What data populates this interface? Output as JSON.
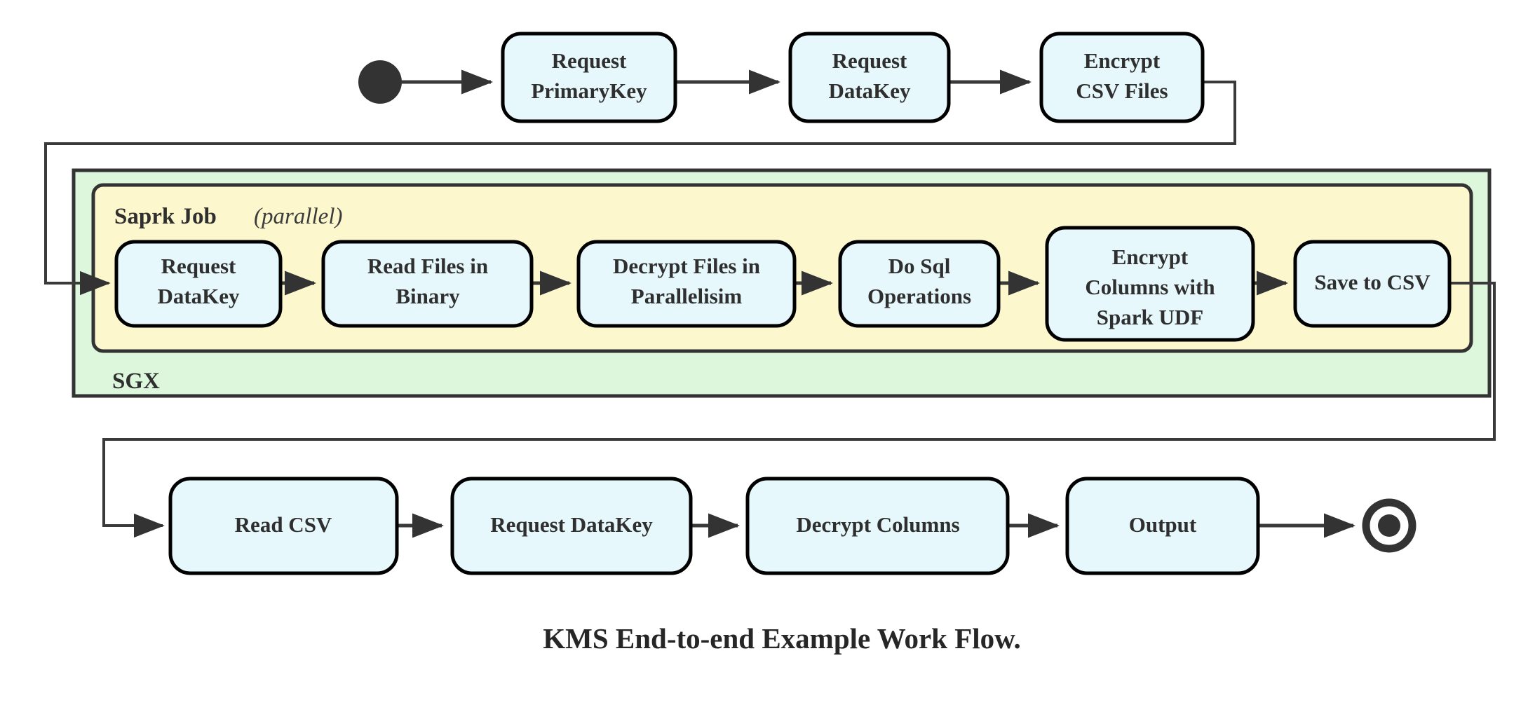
{
  "diagram": {
    "title": "KMS End-to-end Example Work Flow.",
    "type": "activity-flow-diagram",
    "colors": {
      "node_fill": "#e6f8fc",
      "node_stroke": "#000000",
      "sgx_fill": "#dcf7dc",
      "spark_fill": "#fdf7cd",
      "line": "#3a3a3a",
      "text": "#2f2f2f",
      "background": "#ffffff"
    },
    "start_marker": "filled-circle-start-node",
    "end_marker": "ringed-filled-circle-end-node",
    "groups": [
      {
        "id": "sgx",
        "label": "SGX",
        "label_position": "bottom-left",
        "fill": "#dcf7dc"
      },
      {
        "id": "spark-job",
        "label": "Saprk Job",
        "label_suffix": "(parallel)",
        "label_position": "top-left",
        "fill": "#fdf7cd"
      }
    ],
    "rows": {
      "top": {
        "name": "top-row",
        "nodes": [
          {
            "id": "request-primarykey",
            "lines": [
              "Request",
              "PrimaryKey"
            ]
          },
          {
            "id": "request-datakey-top",
            "lines": [
              "Request",
              "DataKey"
            ]
          },
          {
            "id": "encrypt-csv-files",
            "lines": [
              "Encrypt",
              "CSV Files"
            ]
          }
        ]
      },
      "middle": {
        "name": "spark-job-row",
        "nodes": [
          {
            "id": "request-datakey-spark",
            "lines": [
              "Request",
              "DataKey"
            ]
          },
          {
            "id": "read-files-in-binary",
            "lines": [
              "Read Files in",
              "Binary"
            ]
          },
          {
            "id": "decrypt-files-in-parallelisim",
            "lines": [
              "Decrypt Files in",
              "Parallelisim"
            ]
          },
          {
            "id": "do-sql-operations",
            "lines": [
              "Do Sql",
              "Operations"
            ]
          },
          {
            "id": "encrypt-columns-with-spark-udf",
            "lines": [
              "Encrypt",
              "Columns with",
              "Spark UDF"
            ]
          },
          {
            "id": "save-to-csv",
            "lines": [
              "Save to CSV"
            ]
          }
        ]
      },
      "bottom": {
        "name": "bottom-row",
        "nodes": [
          {
            "id": "read-csv",
            "lines": [
              "Read CSV"
            ]
          },
          {
            "id": "request-datakey-bottom",
            "lines": [
              "Request DataKey"
            ]
          },
          {
            "id": "decrypt-columns",
            "lines": [
              "Decrypt Columns"
            ]
          },
          {
            "id": "output",
            "lines": [
              "Output"
            ]
          }
        ]
      }
    },
    "edges": [
      {
        "from": "start",
        "to": "request-primarykey",
        "style": "straight"
      },
      {
        "from": "request-primarykey",
        "to": "request-datakey-top",
        "style": "straight"
      },
      {
        "from": "request-datakey-top",
        "to": "encrypt-csv-files",
        "style": "straight"
      },
      {
        "from": "encrypt-csv-files",
        "to": "request-datakey-spark",
        "style": "orthogonal-wrap-left"
      },
      {
        "from": "request-datakey-spark",
        "to": "read-files-in-binary",
        "style": "straight"
      },
      {
        "from": "read-files-in-binary",
        "to": "decrypt-files-in-parallelisim",
        "style": "straight"
      },
      {
        "from": "decrypt-files-in-parallelisim",
        "to": "do-sql-operations",
        "style": "straight"
      },
      {
        "from": "do-sql-operations",
        "to": "encrypt-columns-with-spark-udf",
        "style": "straight"
      },
      {
        "from": "encrypt-columns-with-spark-udf",
        "to": "save-to-csv",
        "style": "straight"
      },
      {
        "from": "save-to-csv",
        "to": "read-csv",
        "style": "orthogonal-wrap-left"
      },
      {
        "from": "read-csv",
        "to": "request-datakey-bottom",
        "style": "straight"
      },
      {
        "from": "request-datakey-bottom",
        "to": "decrypt-columns",
        "style": "straight"
      },
      {
        "from": "decrypt-columns",
        "to": "output",
        "style": "straight"
      },
      {
        "from": "output",
        "to": "end",
        "style": "straight"
      }
    ]
  }
}
